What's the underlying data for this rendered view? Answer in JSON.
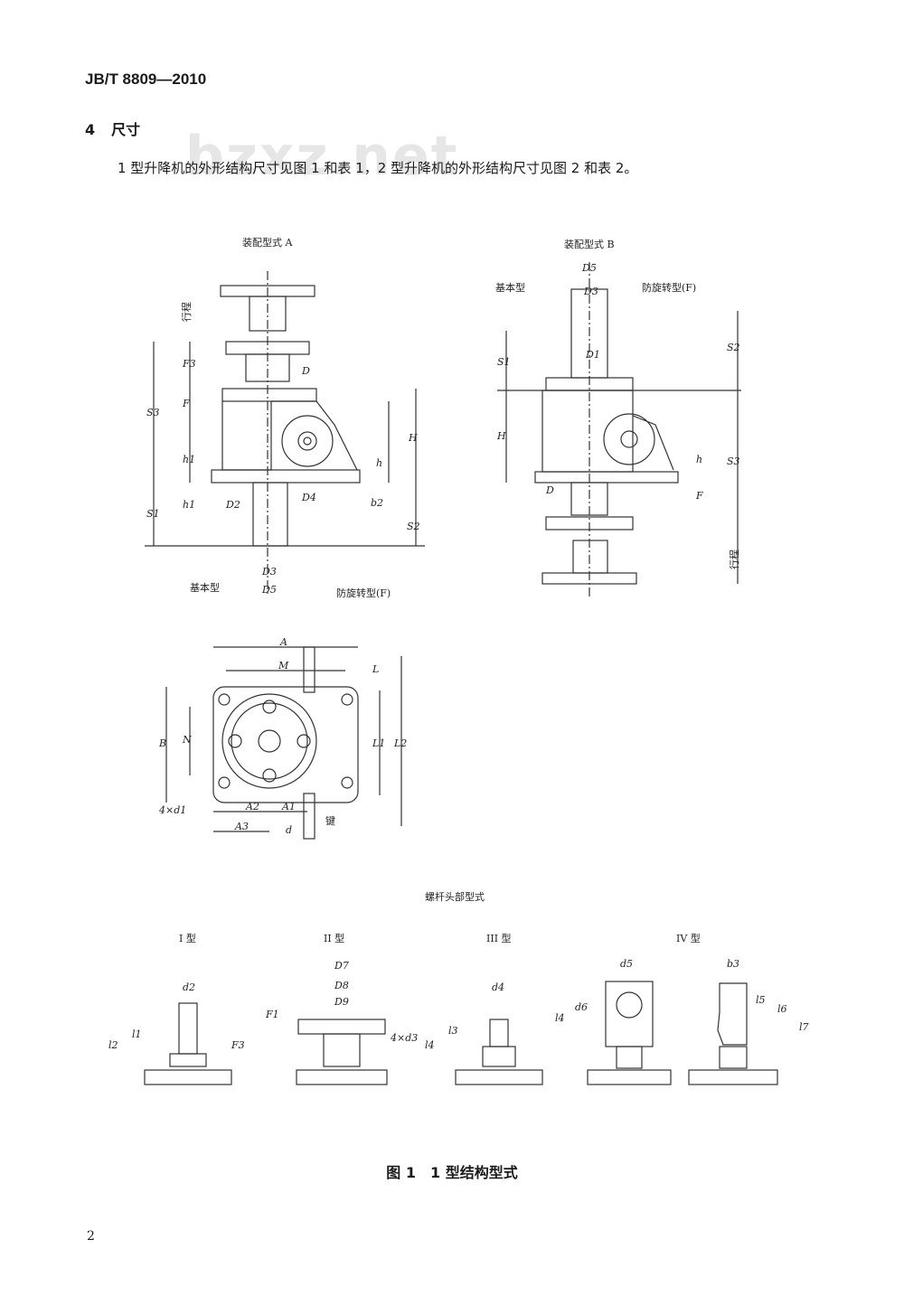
{
  "header": {
    "doc_code": "JB/T 8809—2010"
  },
  "section": {
    "number": "4",
    "title": "尺寸"
  },
  "paragraph": "1 型升降机的外形结构尺寸见图 1 和表 1，2 型升降机的外形结构尺寸见图 2 和表 2。",
  "watermark": "bzxz.net",
  "figure": {
    "view_a_title": "装配型式 A",
    "view_b_title": "装配型式 B",
    "basic_type": "基本型",
    "anti_rotation": "防旋转型(F)",
    "stroke": "行程",
    "key": "键",
    "screw_head_title": "螺杆头部型式",
    "type_1": "I 型",
    "type_2": "II 型",
    "type_3": "III 型",
    "type_4": "IV 型",
    "caption": "图 1　1 型结构型式"
  },
  "dims": {
    "D": "D",
    "D1": "D1",
    "D2": "D2",
    "D3": "D3",
    "D4": "D4",
    "D5": "D5",
    "D7": "D7",
    "D8": "D8",
    "D9": "D9",
    "F": "F",
    "F1": "F1",
    "F3": "F3",
    "H": "H",
    "h": "h",
    "h1": "h1",
    "b2": "b2",
    "b3": "b3",
    "S1": "S1",
    "S2": "S2",
    "S3": "S3",
    "A": "A",
    "A1": "A1",
    "A2": "A2",
    "A3": "A3",
    "M": "M",
    "N": "N",
    "B": "B",
    "L": "L",
    "L1": "L1",
    "L2": "L2",
    "d": "d",
    "d1": "4×d1",
    "d2": "d2",
    "d3": "4×d3",
    "d4": "d4",
    "d5": "d5",
    "d6": "d6",
    "l1": "l1",
    "l2": "l2",
    "l3": "l3",
    "l4": "l4",
    "l5": "l5",
    "l6": "l6",
    "l7": "l7"
  },
  "page_number": "2"
}
